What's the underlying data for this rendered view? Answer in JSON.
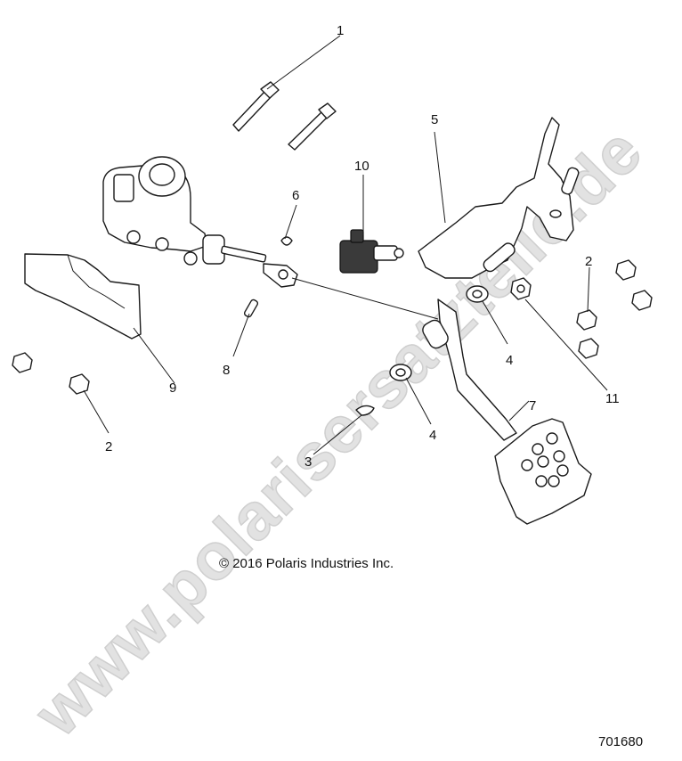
{
  "watermark": "www.polarisersatzteile.de",
  "copyright": "© 2016 Polaris Industries Inc.",
  "diagram_number": "701680",
  "callouts": [
    {
      "id": "c1",
      "label": "1"
    },
    {
      "id": "c2a",
      "label": "2"
    },
    {
      "id": "c2b",
      "label": "2"
    },
    {
      "id": "c3",
      "label": "3"
    },
    {
      "id": "c4a",
      "label": "4"
    },
    {
      "id": "c4b",
      "label": "4"
    },
    {
      "id": "c5",
      "label": "5"
    },
    {
      "id": "c6",
      "label": "6"
    },
    {
      "id": "c7",
      "label": "7"
    },
    {
      "id": "c8",
      "label": "8"
    },
    {
      "id": "c9",
      "label": "9"
    },
    {
      "id": "c10",
      "label": "10"
    },
    {
      "id": "c11",
      "label": "11"
    }
  ]
}
